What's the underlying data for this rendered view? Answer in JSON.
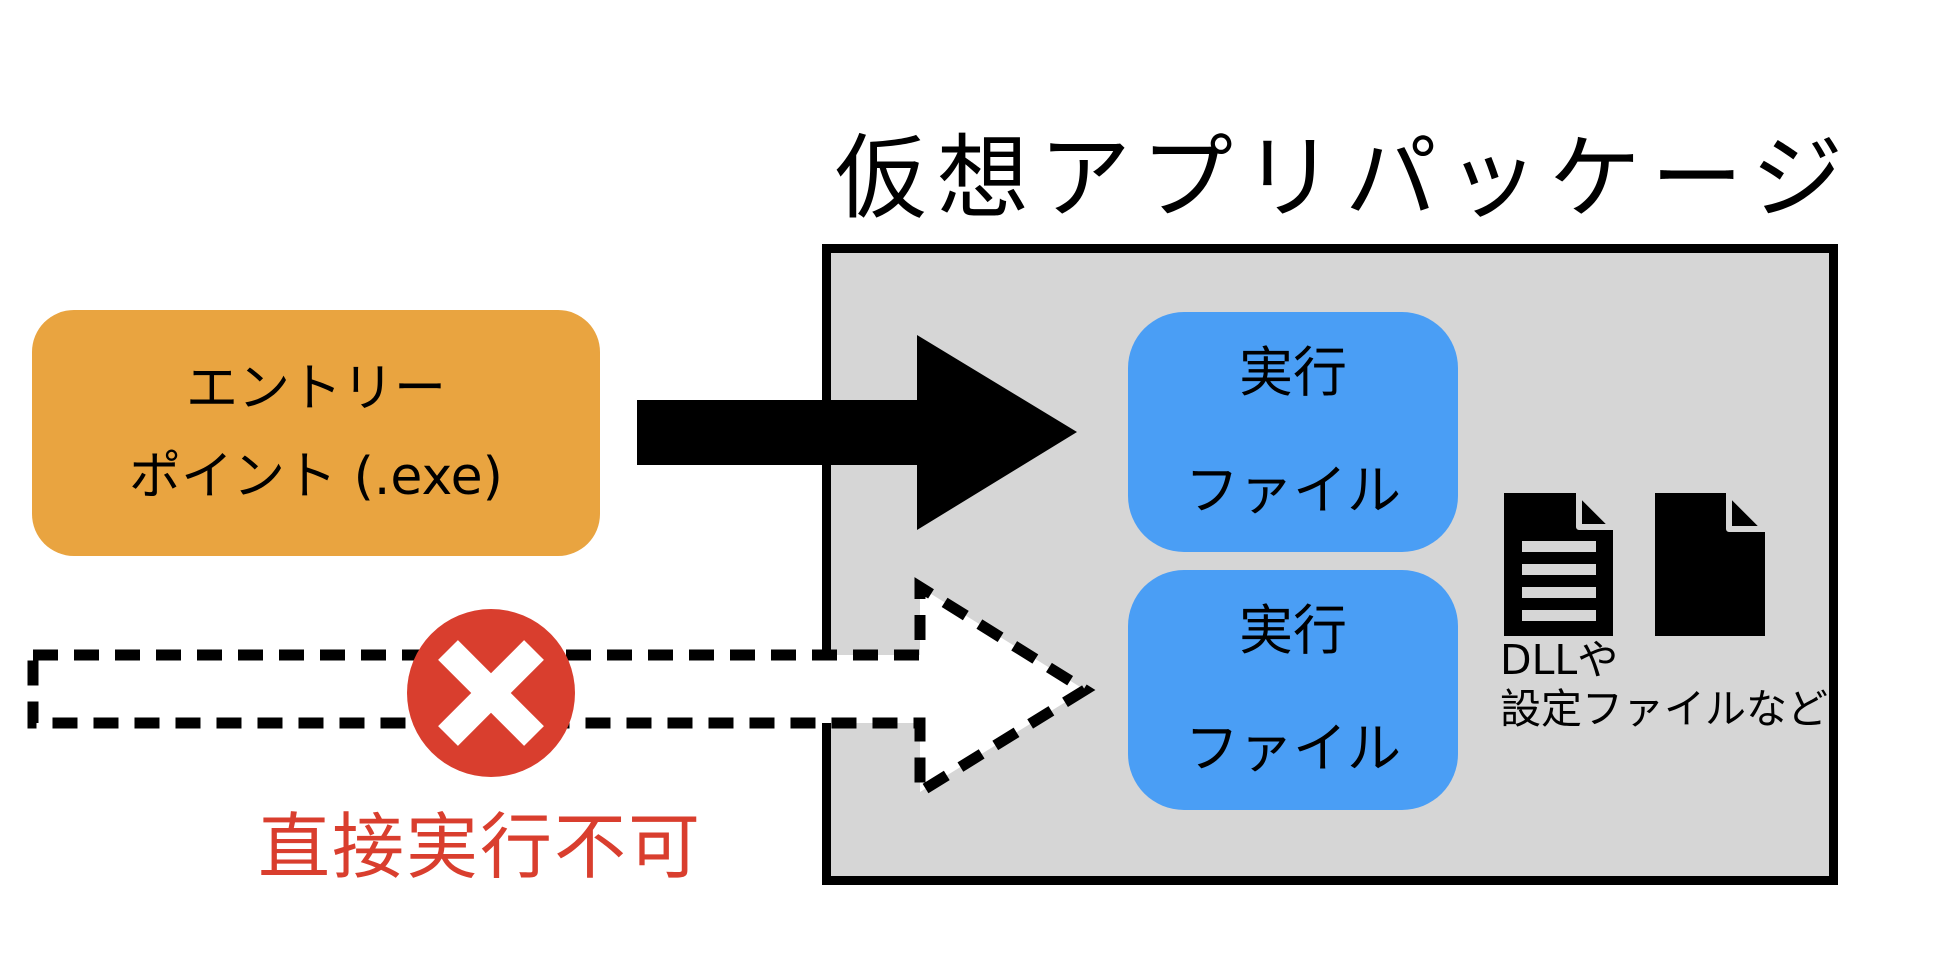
{
  "title": "仮想アプリパッケージ",
  "entry_point": {
    "line1": "エントリー",
    "line2": "ポイント (.exe)"
  },
  "package": {
    "exec_file_1": {
      "line1": "実行",
      "line2": "ファイル"
    },
    "exec_file_2": {
      "line1": "実行",
      "line2": "ファイル"
    },
    "other_files_label": {
      "line1": "DLLや",
      "line2": "設定ファイルなど"
    }
  },
  "blocked": {
    "caption": "直接実行不可"
  },
  "icons": {
    "solid_arrow": "right-arrow-icon",
    "dashed_arrow": "dashed-right-arrow-icon",
    "cross": "cross-circle-icon",
    "doc_with_lines": "document-text-icon",
    "doc_plain": "document-icon"
  },
  "colors": {
    "entry_box": "#E9A440",
    "exec_box": "#4A9EF5",
    "package_fill": "#D6D6D6",
    "package_border": "#000000",
    "blocked_red": "#D93E2E",
    "cross_mark": "#FFFFFF",
    "arrow_black": "#000000",
    "dashed_arrow_fill": "#FFFFFF"
  }
}
